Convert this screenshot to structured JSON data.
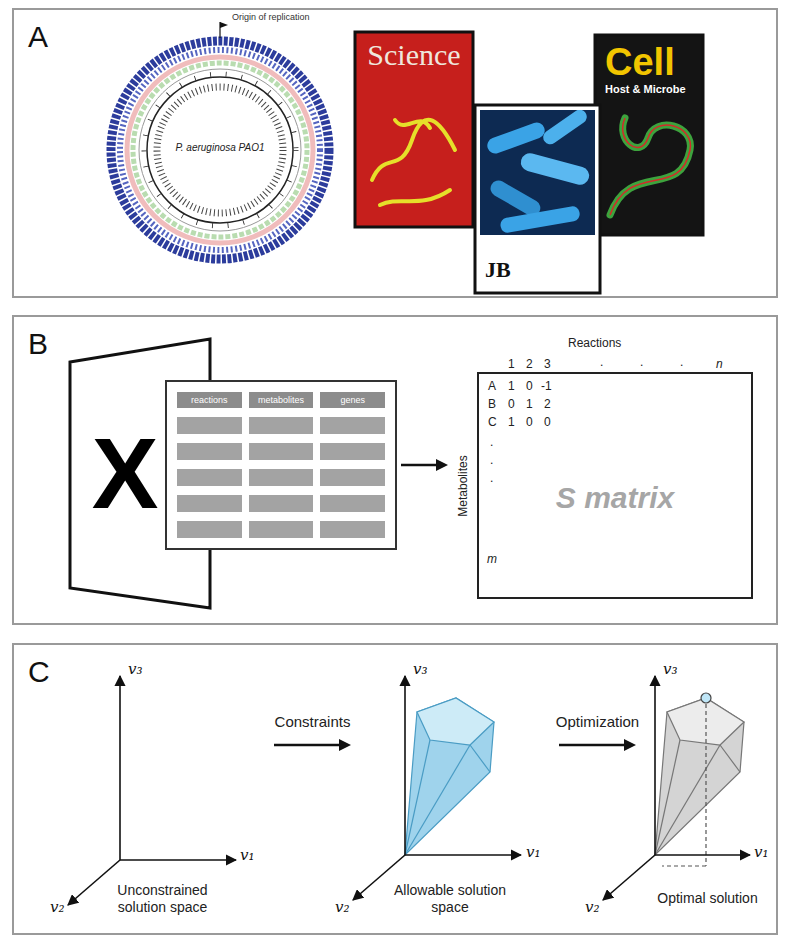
{
  "diagram": {
    "nodes": [
      {
        "text": [
          "A"
        ]
      },
      {
        "text": [
          "P. aeruginosa PAO1"
        ],
        "in": 0
      },
      {
        "text": [
          "Science"
        ],
        "in": 0
      },
      {
        "text": [
          "Cell",
          "Host & Microbe"
        ],
        "in": 0
      },
      {
        "text": [
          "JB"
        ],
        "in": 0
      },
      {
        "text": [
          "B"
        ]
      },
      {
        "text": [
          "X"
        ],
        "in": 5
      },
      {
        "text": [
          "reactions",
          "metabolites",
          "genes"
        ],
        "in": 5
      },
      {
        "text": [
          "S matrix"
        ],
        "in": 5
      },
      {
        "text": [
          "C"
        ]
      },
      {
        "text": [
          "Unconstrained solution space"
        ],
        "in": 9
      },
      {
        "text": [
          "Allowable solution space"
        ],
        "in": 9
      },
      {
        "text": [
          "Optimal solution"
        ],
        "in": 9
      }
    ],
    "edges": [
      {
        "from": 7,
        "to": 8,
        "arrow": "to"
      },
      {
        "from": 10,
        "to": 11,
        "label": "Constraints",
        "arrow": "to"
      },
      {
        "from": 11,
        "to": 12,
        "label": "Optimization",
        "arrow": "to"
      }
    ],
    "labels": [
      "Origin of replication",
      "Reactions",
      "1",
      "2",
      "3",
      ".",
      ".",
      ".",
      "n",
      "Metabolites",
      "A",
      "1",
      "0",
      "-1",
      "B",
      "0",
      "1",
      "2",
      "C",
      "1",
      "0",
      "0",
      ".",
      ".",
      ".",
      "m",
      "v₃",
      "v₁",
      "v₂",
      "v₃",
      "v₁",
      "v₂",
      "v₃",
      "v₁",
      "v₂"
    ]
  }
}
